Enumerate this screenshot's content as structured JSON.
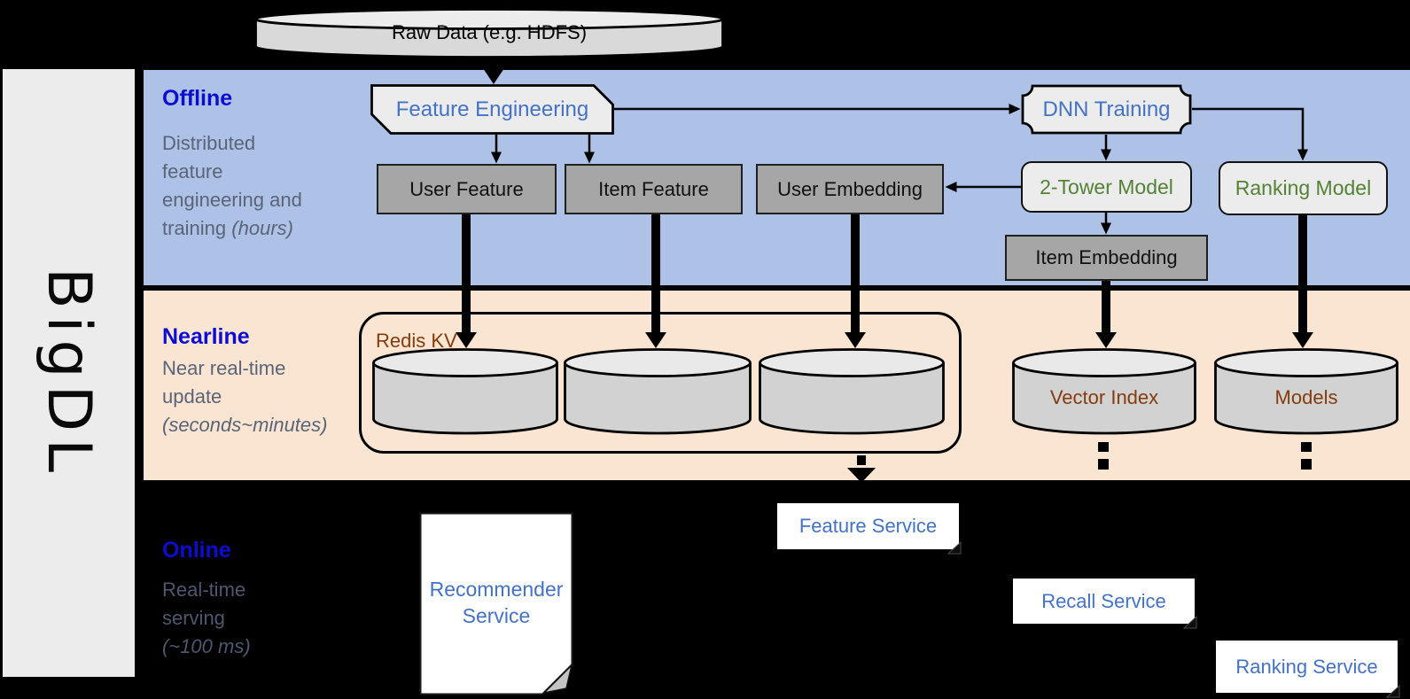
{
  "brand": {
    "name": "BigDL"
  },
  "raw_data": {
    "label": "Raw Data (e.g. HDFS)"
  },
  "bands": {
    "offline": {
      "title": "Offline",
      "line1": "Distributed",
      "line2": "feature",
      "line3": "engineering and",
      "line4_pre": "training ",
      "line4_italic": "(hours)"
    },
    "nearline": {
      "title": "Nearline",
      "line1": "Near real-time",
      "line2": "update",
      "line3_italic": "(seconds~minutes)"
    },
    "online": {
      "title": "Online",
      "line1": "Real-time",
      "line2": "serving",
      "line3_italic": "(~100 ms)"
    }
  },
  "nodes": {
    "feature_engineering": "Feature Engineering",
    "dnn_training": "DNN Training",
    "user_feature": "User Feature",
    "item_feature": "Item Feature",
    "user_embedding": "User Embedding",
    "two_tower_model": "2-Tower Model",
    "ranking_model": "Ranking Model",
    "item_embedding": "Item Embedding"
  },
  "nearline_store": {
    "redis_label": "Redis KV",
    "vector_index": "Vector Index",
    "models": "Models"
  },
  "services": {
    "recommender_line1": "Recommender",
    "recommender_line2": "Service",
    "feature": "Feature Service",
    "recall": "Recall Service",
    "ranking": "Ranking Service"
  },
  "colors": {
    "background": "#000000",
    "sidebar": "#ececec",
    "offline_band": "#adc2e6",
    "nearline_band": "#fae4d2",
    "band_title_blue": "#0d0dd2",
    "band_desc_gray": "#5a6478",
    "node_text_blue": "#4472c4",
    "node_text_green": "#548235",
    "store_text_brown": "#843c0c",
    "gray_box_fill": "#a6a6a6",
    "light_box_fill": "#ececec"
  }
}
